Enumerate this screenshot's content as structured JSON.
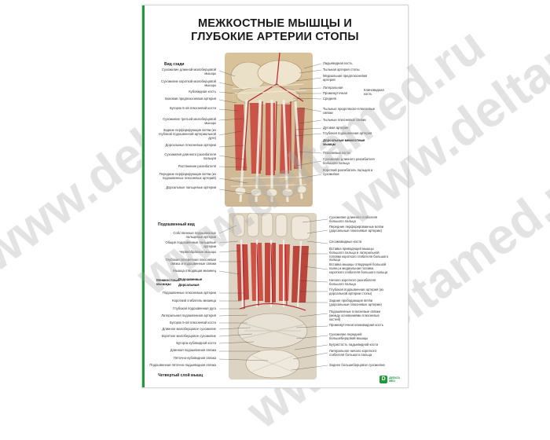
{
  "poster": {
    "title_line1": "МЕЖКОСТНЫЕ МЫШЦЫ И",
    "title_line2": "ГЛУБОКИЕ АРТЕРИИ СТОПЫ",
    "section_top": "Вид сзади",
    "section_bottom": "Подошвенный вид",
    "section_bottom_end": "Четвертый слой мышц",
    "labels_top_left": [
      "Сухожилие длинной малоберцовой мышцы",
      "Сухожилие короткой малоберцовой мышцы",
      "Кубовидная кость",
      "Боковая предплюсневая артерия",
      "Бугорок 5-ой плюсневой кости",
      "Сухожилие третьей малоберцовой мышцы",
      "Задние перфорирующие ветви (из глубокой подошвенной артериальной дуги)",
      "Дорсальные плюсневые артерии",
      "Сухожилия длинного разгибателя пальцев",
      "Растяжение разгибателя",
      "Передние перфорирующие ветви (из подошвенных плюсневых артерий)",
      "Дорсальные пальцевые артерии"
    ],
    "labels_top_right": [
      "Ладьевидная кость",
      "Тыльная артерия стопы",
      "Медиальная предплюсневая артерия",
      "Латеральная",
      "Промежуточная",
      "Средняя",
      "Клиновидная кость",
      "Тыльные предплюсне-плюсневые связки",
      "Тыльные плюсневые связки",
      "Дуговая артерия",
      "Глубокая подошвенная артерия",
      "Дорсальные межкостные мышцы",
      "Плюсневые кости",
      "Сухожилие длинного разгибателя большого пальца",
      "Короткий разгибатель пальцев и сухожилие"
    ],
    "labels_bottom_left": [
      "Собственные подошвенные пальцевые артерии",
      "Общие подошвенные пальцевые артерии",
      "Червеобразные мышцы",
      "Глубокая поперечная плюсневая связка и подошвенные связки",
      "Мышца отводящая мизинец",
      "Межкостные мышцы",
      "Подошвенные",
      "Дорсальные",
      "Подошвенные плюсневые артерии",
      "Короткий сгибатель мизинца",
      "Глубокая подошвенная дуга",
      "Латеральная подошвенная артерия",
      "Бугорок 5-ой плюсневой кости",
      "Длинное малоберцовое сухожилие",
      "Короткое малоберцовое сухожилие",
      "Бугорок кубовидной кости",
      "Длинная подошвенная связка",
      "Пяточно-кубовидная связка",
      "Подошвенная пяточно-ладьевидная связка"
    ],
    "labels_bottom_right": [
      "Сухожилие длинного сгибателя большого пальца",
      "Передние перфорированные ветви (дорсальные плюсневые артерии)",
      "Сесамовидные кости",
      "Вставка приводящей мышцы большого пальца и латеральной головки короткого сгибателя большого пальца",
      "Вставка мышцы отводящей большой палец и медиальная головка короткого сгибателя большого пальца",
      "Начало короткого разгибателя большого пальца",
      "Глубокая подошвенная артерия (из дорсальной артерии стопы)",
      "Задние прободающие ветви (дорсальные плюсневые артерии)",
      "Подошвенные плюсневые связки (между основаниями плюсневых костей)",
      "Промежуточная клиновидная кость",
      "Сухожилие передней большеберцовой мышцы",
      "Бугристость ладьевидной кости",
      "Латеральное начало короткого сгибателя большого пальца",
      "Заднее большеберцовое сухожилие"
    ],
    "logo_line1": "ДЕЛЬТА",
    "logo_line2": "MED",
    "watermark": "www.deltamed.ru"
  },
  "colors": {
    "accent_green": "#1f9a3a",
    "muscle_red": "#c9483f",
    "bone": "#e9dcc3",
    "tendon": "#e8e6de"
  }
}
